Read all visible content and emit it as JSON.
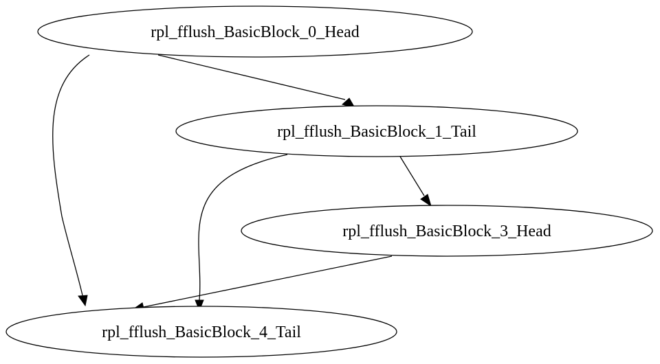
{
  "graph": {
    "nodes": [
      {
        "id": "bb0",
        "label": "rpl_fflush_BasicBlock_0_Head"
      },
      {
        "id": "bb1",
        "label": "rpl_fflush_BasicBlock_1_Tail"
      },
      {
        "id": "bb3",
        "label": "rpl_fflush_BasicBlock_3_Head"
      },
      {
        "id": "bb4",
        "label": "rpl_fflush_BasicBlock_4_Tail"
      }
    ],
    "edges": [
      {
        "from": "bb0",
        "to": "bb1"
      },
      {
        "from": "bb0",
        "to": "bb4"
      },
      {
        "from": "bb1",
        "to": "bb3"
      },
      {
        "from": "bb1",
        "to": "bb4"
      },
      {
        "from": "bb3",
        "to": "bb4"
      }
    ]
  }
}
